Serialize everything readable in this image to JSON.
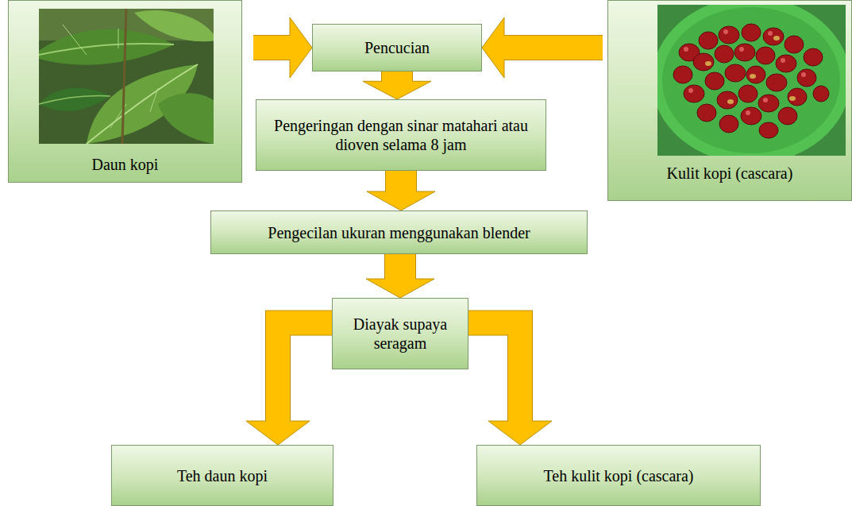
{
  "diagram": {
    "nodes": [
      {
        "text": [
          "Daun kopi"
        ]
      },
      {
        "text": [
          "Pencucian"
        ]
      },
      {
        "text": [
          "Kulit kopi (cascara)"
        ]
      },
      {
        "text": [
          "Pengeringan dengan sinar matahari atau dioven selama 8 jam"
        ]
      },
      {
        "text": [
          "Pengecilan ukuran menggunakan blender"
        ]
      },
      {
        "text": [
          "Diayak supaya seragam"
        ]
      },
      {
        "text": [
          "Teh daun kopi"
        ]
      },
      {
        "text": [
          "Teh kulit kopi (cascara)"
        ]
      }
    ],
    "edges": [
      {
        "from": 0,
        "to": 1,
        "arrow": "to"
      },
      {
        "from": 2,
        "to": 1,
        "arrow": "to"
      },
      {
        "from": 1,
        "to": 3,
        "arrow": "to"
      },
      {
        "from": 3,
        "to": 4,
        "arrow": "to"
      },
      {
        "from": 4,
        "to": 5,
        "arrow": "to"
      },
      {
        "from": 5,
        "to": 6,
        "arrow": "to"
      },
      {
        "from": 5,
        "to": 7,
        "arrow": "to"
      }
    ]
  }
}
